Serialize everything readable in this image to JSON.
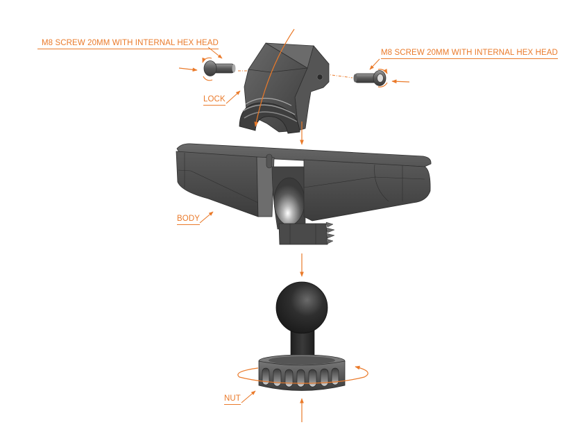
{
  "diagram": {
    "type": "exploded-assembly-view",
    "accent_color": "#ea7a2a",
    "part_color": "#4a4a4a",
    "parts": [
      {
        "id": "screw-left",
        "label": "M8 SCREW 20MM WITH INTERNAL HEX HEAD"
      },
      {
        "id": "screw-right",
        "label": "M8 SCREW 20MM WITH INTERNAL HEX HEAD"
      },
      {
        "id": "lock",
        "label": "LOCK"
      },
      {
        "id": "body",
        "label": "BODY"
      },
      {
        "id": "nut",
        "label": "NUT"
      }
    ]
  }
}
